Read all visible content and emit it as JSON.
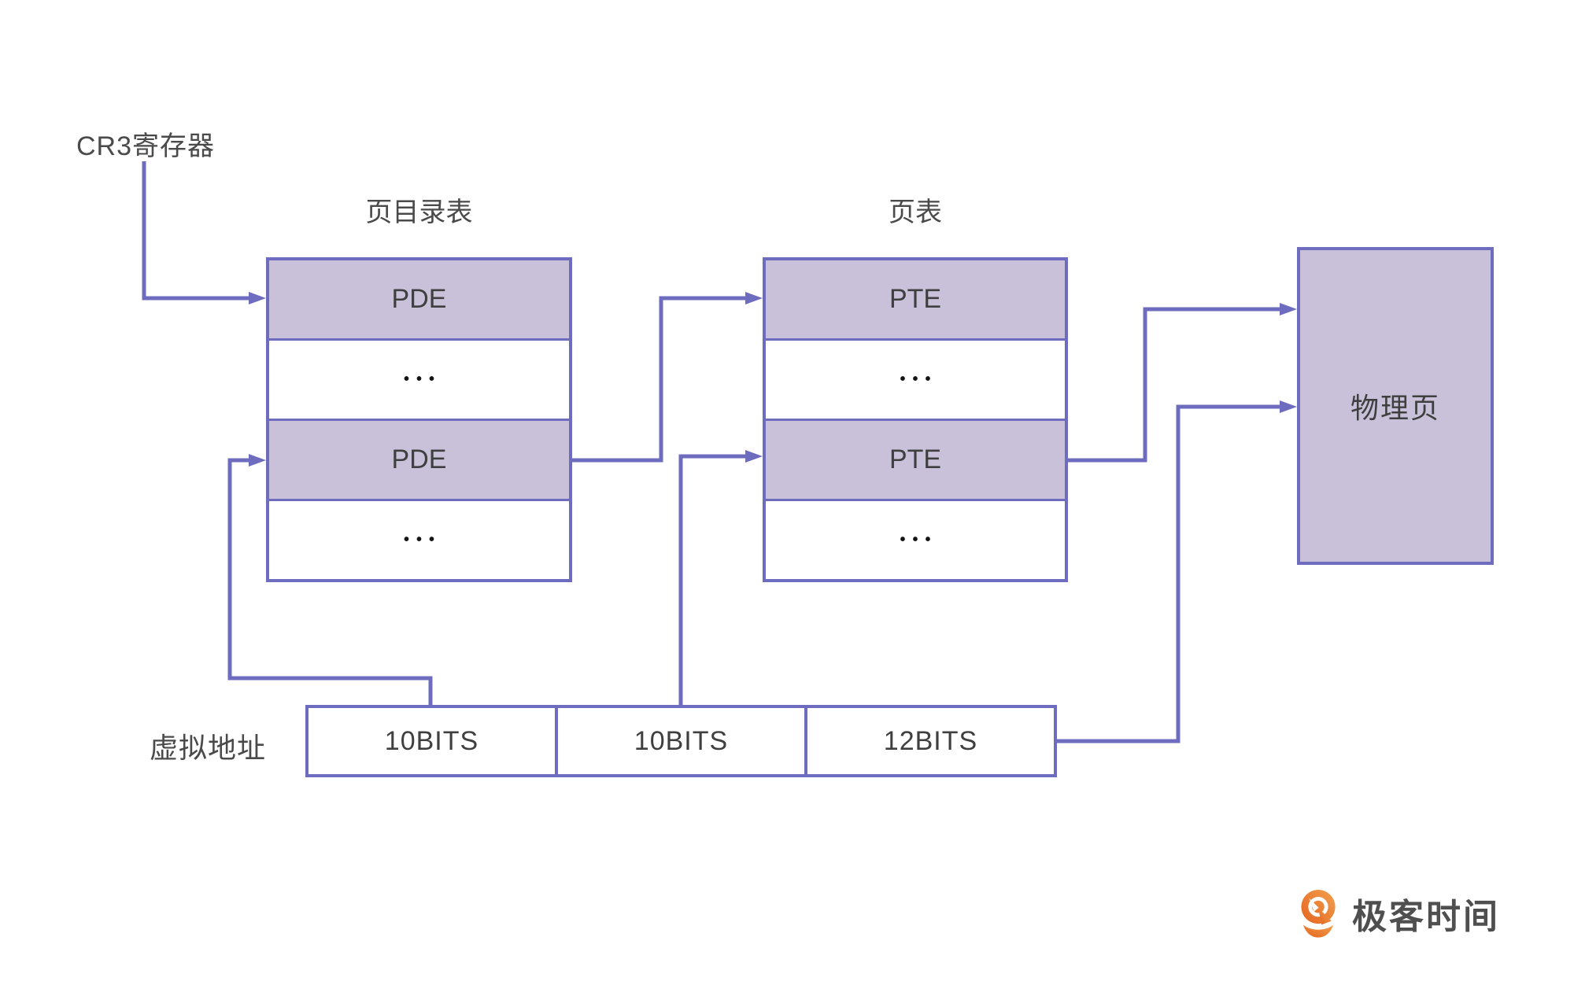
{
  "diagram": {
    "cr3_label": "CR3寄存器",
    "page_directory": {
      "title": "页目录表",
      "rows": [
        {
          "label": "PDE"
        },
        {
          "label": "•••"
        },
        {
          "label": "PDE"
        },
        {
          "label": "•••"
        }
      ]
    },
    "page_table": {
      "title": "页表",
      "rows": [
        {
          "label": "PTE"
        },
        {
          "label": "•••"
        },
        {
          "label": "PTE"
        },
        {
          "label": "•••"
        }
      ]
    },
    "physical_page_label": "物理页",
    "virtual_address": {
      "label": "虚拟地址",
      "cells": [
        {
          "label": "10BITS"
        },
        {
          "label": "10BITS"
        },
        {
          "label": "12BITS"
        }
      ]
    },
    "logo": {
      "text": "极客时间",
      "icon": "geektime-pin-icon",
      "orange_dark": "#E4641E",
      "orange_light": "#F2A14F"
    },
    "colors": {
      "line": "#6E6CBE",
      "row_fill": "#C9C1DA",
      "text": "#3F3F3F"
    }
  }
}
